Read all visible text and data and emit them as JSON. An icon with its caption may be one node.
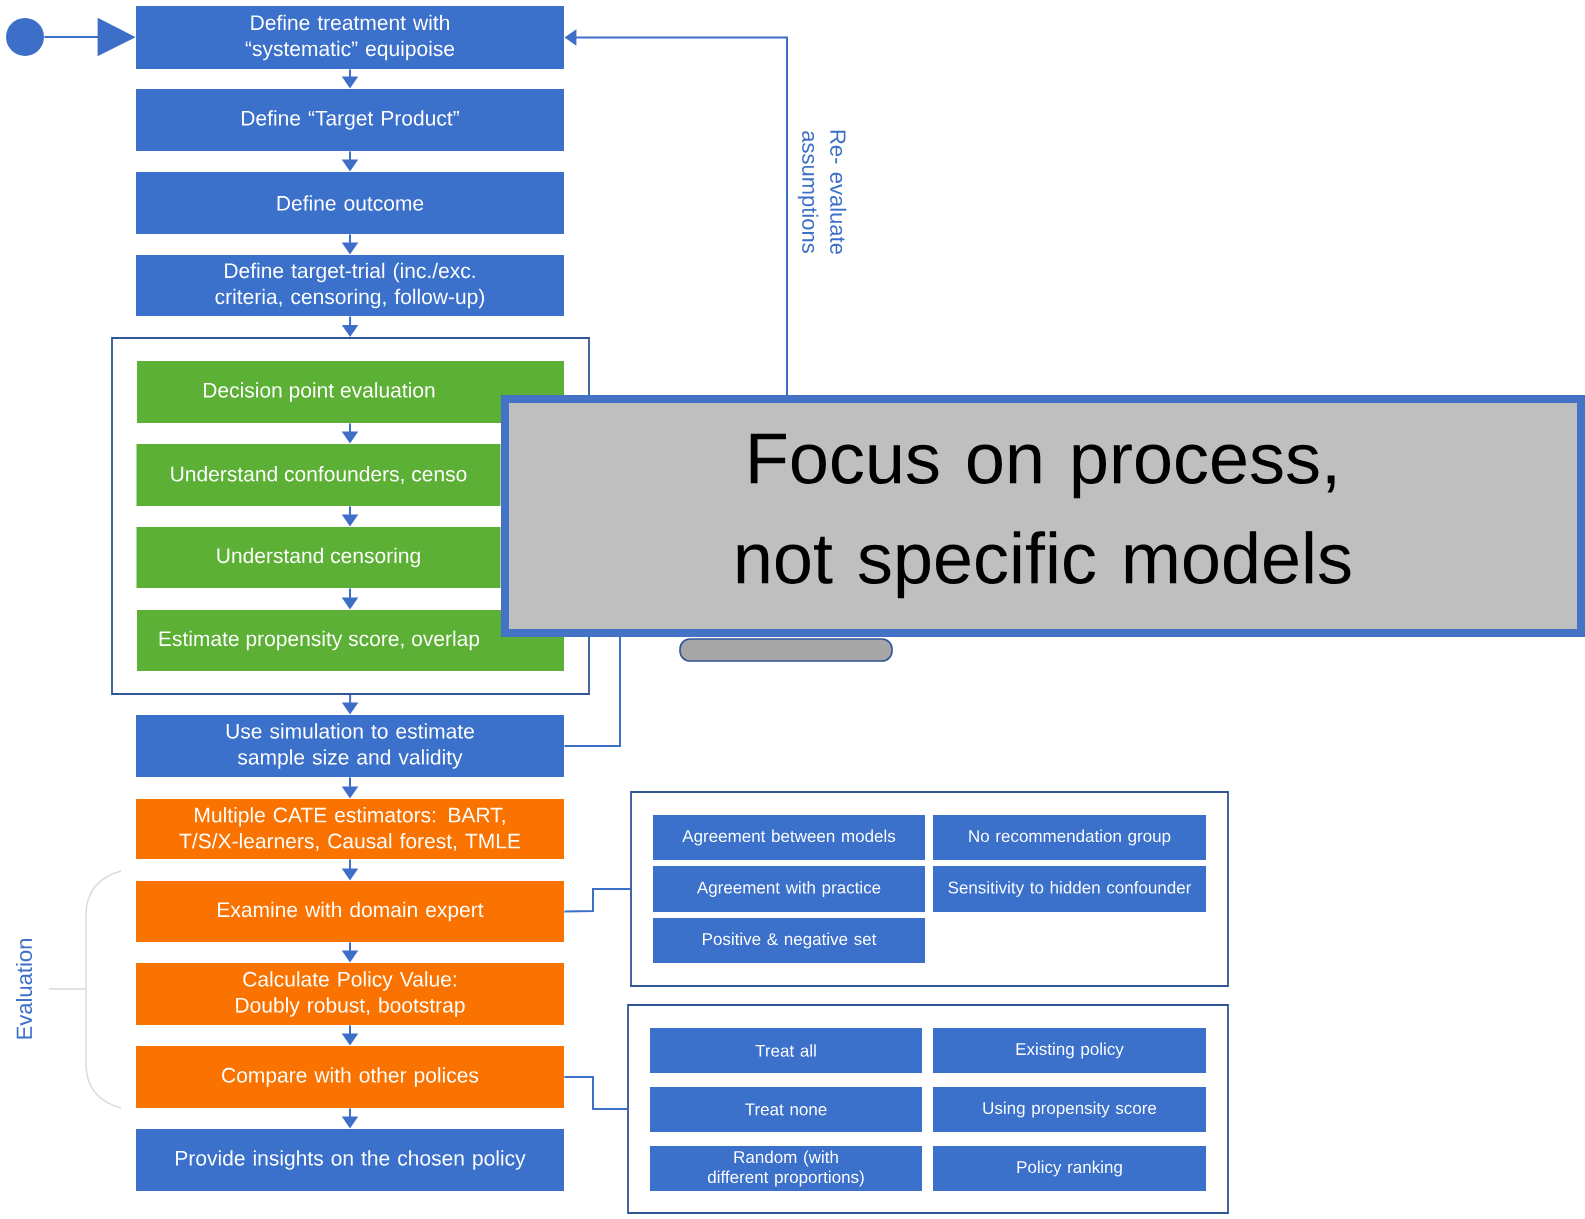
{
  "diagram": {
    "nodes": [
      {
        "text": [],
        "shape": "circle"
      },
      {
        "text": [
          "Define treatment with “systematic” equipoise"
        ]
      },
      {
        "text": [
          "Define “Target Product”"
        ]
      },
      {
        "text": [
          "Define outcome"
        ]
      },
      {
        "text": [
          "Define target-trial (inc./exc. criteria, censoring, follow-up)"
        ]
      },
      {
        "text": [],
        "shape": "box"
      },
      {
        "text": [
          "Decision point evaluation"
        ],
        "in": 5
      },
      {
        "text": [
          "Understand confounders, censo"
        ],
        "in": 5
      },
      {
        "text": [
          "Understand censoring"
        ],
        "in": 5
      },
      {
        "text": [
          "Estimate propensity score, overlap"
        ],
        "in": 5
      },
      {
        "text": [
          "Use simulation to estimate sample size and validity"
        ]
      },
      {
        "text": [
          "Multiple CATE estimators: BART, T/S/X-learners, Causal forest, TMLE"
        ]
      },
      {
        "text": [
          "Examine with domain expert"
        ]
      },
      {
        "text": [
          "Calculate Policy Value: Doubly robust, bootstrap"
        ]
      },
      {
        "text": [
          "Compare with other polices"
        ]
      },
      {
        "text": [
          "Provide insights on the chosen policy"
        ]
      },
      {
        "text": [],
        "shape": "box"
      },
      {
        "text": [
          "Agreement between models"
        ],
        "in": 16
      },
      {
        "text": [
          "No recommendation group"
        ],
        "in": 16
      },
      {
        "text": [
          "Agreement with practice"
        ],
        "in": 16
      },
      {
        "text": [
          "Sensitivity to hidden confounder"
        ],
        "in": 16
      },
      {
        "text": [
          "Positive & negative set"
        ],
        "in": 16
      },
      {
        "text": [],
        "shape": "box"
      },
      {
        "text": [
          "Treat all"
        ],
        "in": 22
      },
      {
        "text": [
          "Existing policy"
        ],
        "in": 22
      },
      {
        "text": [
          "Treat none"
        ],
        "in": 22
      },
      {
        "text": [
          "Using propensity score"
        ],
        "in": 22
      },
      {
        "text": [
          "Random (with different proportions)"
        ],
        "in": 22
      },
      {
        "text": [
          "Policy ranking"
        ],
        "in": 22
      },
      {
        "text": [],
        "shape": "box"
      },
      {
        "text": [
          "Focus on process, not specific models"
        ]
      }
    ],
    "edges": [
      {
        "from": 0,
        "to": 1,
        "arrow": "to"
      },
      {
        "from": 1,
        "to": 2,
        "arrow": "to"
      },
      {
        "from": 2,
        "to": 3,
        "arrow": "to"
      },
      {
        "from": 3,
        "to": 4,
        "arrow": "to"
      },
      {
        "from": 4,
        "to": 5,
        "arrow": "to"
      },
      {
        "from": 6,
        "to": 7,
        "arrow": "to"
      },
      {
        "from": 7,
        "to": 8,
        "arrow": "to"
      },
      {
        "from": 8,
        "to": 9,
        "arrow": "to"
      },
      {
        "from": 5,
        "to": 10,
        "arrow": "to"
      },
      {
        "from": 10,
        "to": 11,
        "arrow": "to"
      },
      {
        "from": 11,
        "to": 12,
        "arrow": "to"
      },
      {
        "from": 12,
        "to": 13,
        "arrow": "to"
      },
      {
        "from": 13,
        "to": 14,
        "arrow": "to"
      },
      {
        "from": 14,
        "to": 15,
        "arrow": "to"
      },
      {
        "from": 10,
        "to": 30,
        "arrow": "none"
      },
      {
        "from": 30,
        "to": 1,
        "arrow": "to",
        "label": "Re- evaluate assumptions"
      },
      {
        "from": 12,
        "to": 16,
        "arrow": "none"
      },
      {
        "from": 14,
        "to": 22,
        "arrow": "none"
      }
    ],
    "labels": [
      "Evaluation"
    ]
  }
}
